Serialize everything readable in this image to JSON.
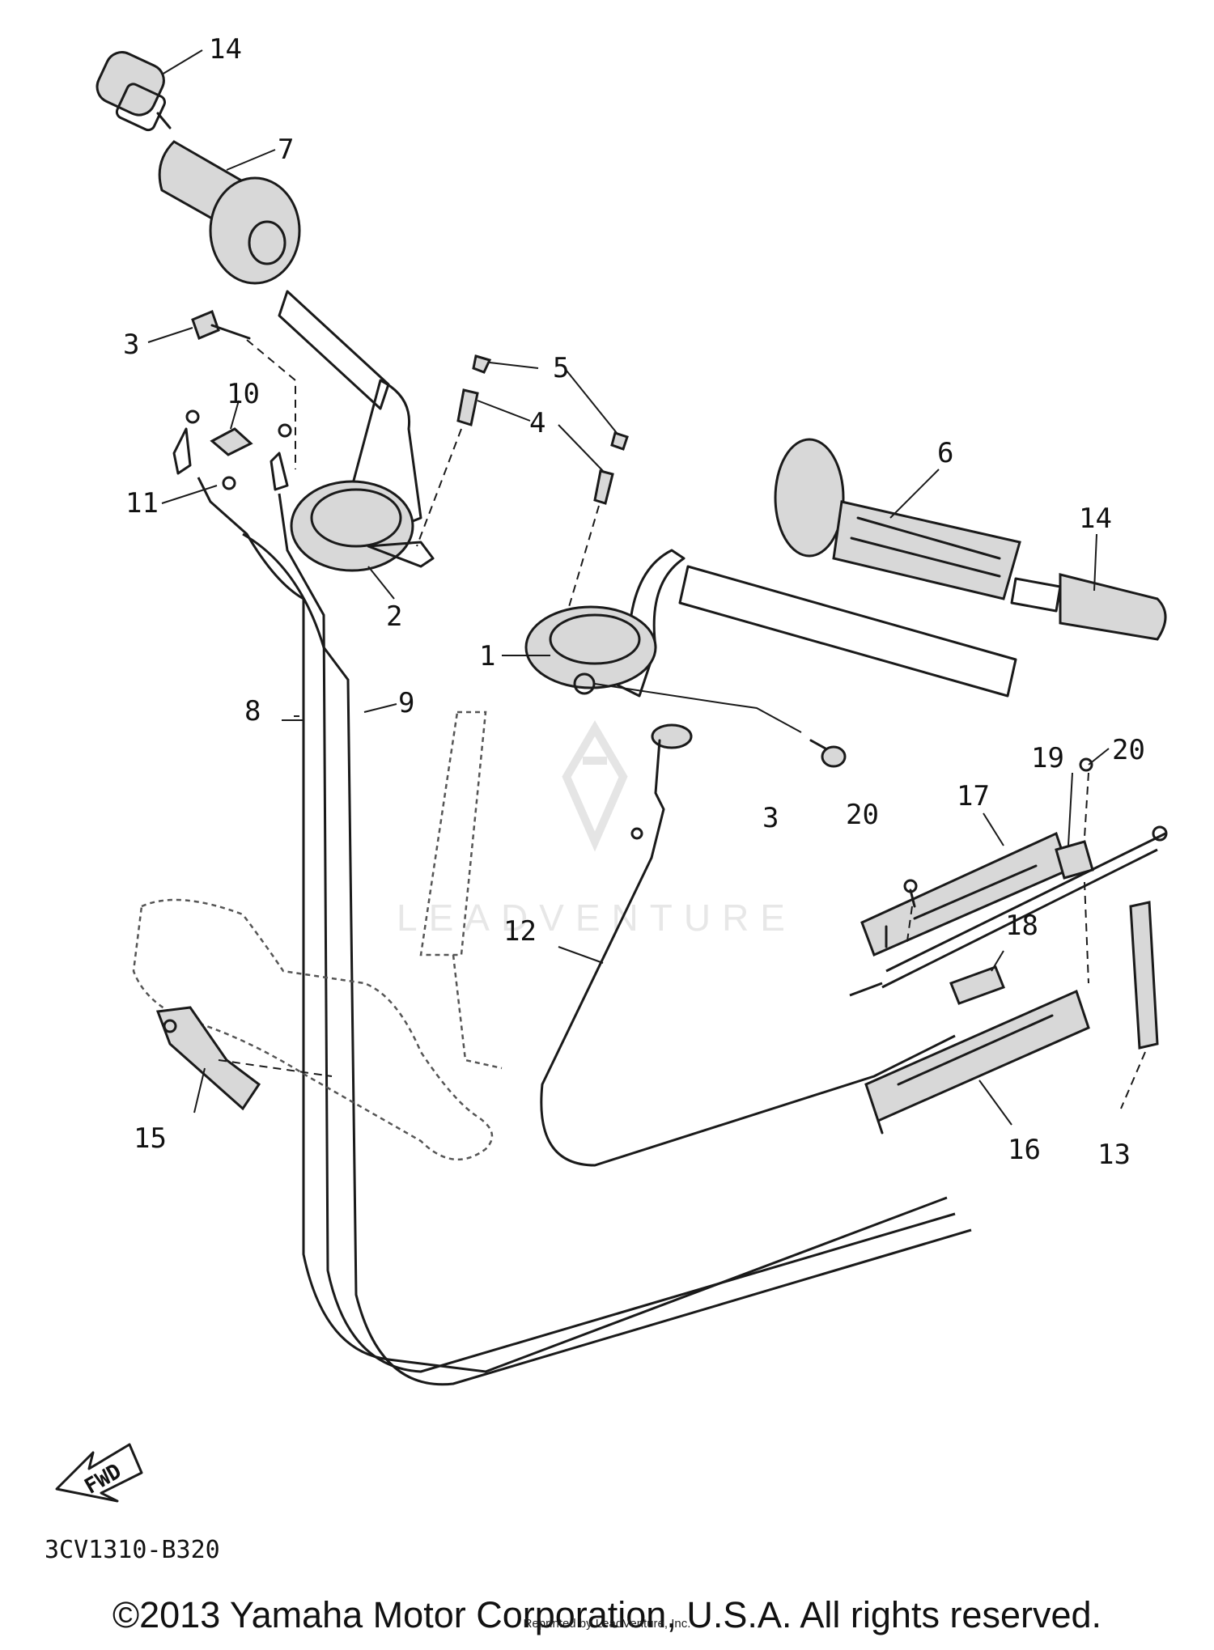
{
  "callouts": [
    "14",
    "7",
    "3",
    "10",
    "11",
    "5",
    "4",
    "2",
    "6",
    "14",
    "1",
    "8",
    "9",
    "3",
    "20",
    "19",
    "17",
    "20",
    "12",
    "18",
    "15",
    "16",
    "13"
  ],
  "watermark": "LEADVENTURE",
  "fwd_label": "FWD",
  "diagram_code": "3CV1310-B320",
  "copyright": "©2013 Yamaha Motor Corporation, U.S.A. All rights reserved.",
  "reprint_note": "Reprinted by LeadVenture, Inc."
}
